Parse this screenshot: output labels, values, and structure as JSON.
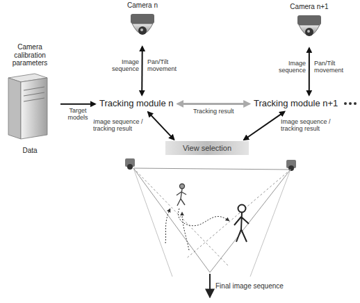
{
  "diagram": {
    "nodes": [
      {
        "text": [
          "Camera n"
        ]
      },
      {
        "text": [
          "Camera n+1"
        ]
      },
      {
        "text": [
          "Camera calibration parameters",
          "Data"
        ]
      },
      {
        "text": [
          "Tracking module n"
        ]
      },
      {
        "text": [
          "Tracking module n+1"
        ]
      },
      {
        "text": [
          "View selection"
        ]
      }
    ],
    "edges": [
      {
        "from": 0,
        "to": 3,
        "arrow": "both"
      },
      {
        "from": 1,
        "to": 4,
        "arrow": "both"
      },
      {
        "from": 2,
        "to": 3,
        "arrow": "to",
        "label": "Target models"
      },
      {
        "from": 3,
        "to": 4,
        "arrow": "both",
        "label": "Tracking result"
      },
      {
        "from": 3,
        "to": 5,
        "arrow": "both"
      },
      {
        "from": 4,
        "to": 5,
        "arrow": "both"
      }
    ],
    "labels": [
      "Image sequence",
      "Pan/Tilt movement",
      "Image sequence",
      "Pan/Tilt movement",
      "Image sequence / tracking result",
      "Image sequence / tracking result",
      "Final image sequence"
    ]
  }
}
